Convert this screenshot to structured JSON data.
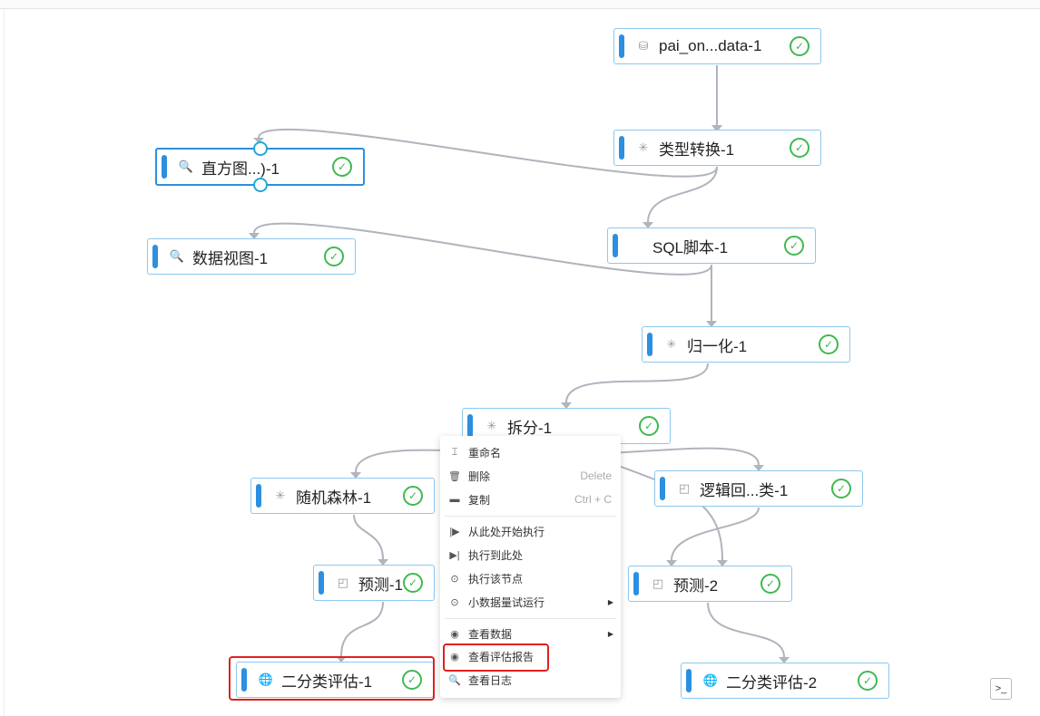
{
  "nodes": [
    {
      "id": "n0",
      "label": "pai_on...data-1",
      "icon": "database-icon",
      "status": "success"
    },
    {
      "id": "n1",
      "label": "类型转换-1",
      "icon": "transform-icon",
      "status": "success"
    },
    {
      "id": "n2",
      "label": "直方图...)-1",
      "icon": "report-search-icon",
      "status": "success",
      "selected": true
    },
    {
      "id": "n3",
      "label": "SQL脚本-1",
      "icon": "code-icon",
      "status": "success"
    },
    {
      "id": "n4",
      "label": "数据视图-1",
      "icon": "report-search-icon",
      "status": "success"
    },
    {
      "id": "n5",
      "label": "归一化-1",
      "icon": "transform-icon",
      "status": "success"
    },
    {
      "id": "n6",
      "label": "拆分-1",
      "icon": "transform-icon",
      "status": "success"
    },
    {
      "id": "n7",
      "label": "随机森林-1",
      "icon": "transform-icon",
      "status": "success"
    },
    {
      "id": "n8",
      "label": "逻辑回...类-1",
      "icon": "model-icon",
      "status": "success"
    },
    {
      "id": "n9",
      "label": "预测-1",
      "icon": "model-icon",
      "status": "success"
    },
    {
      "id": "n10",
      "label": "预测-2",
      "icon": "model-icon",
      "status": "success"
    },
    {
      "id": "n11",
      "label": "二分类评估-1",
      "icon": "globe-icon",
      "status": "success"
    },
    {
      "id": "n12",
      "label": "二分类评估-2",
      "icon": "globe-icon",
      "status": "success"
    }
  ],
  "menu": {
    "rename": "重命名",
    "delete": "删除",
    "delete_shortcut": "Delete",
    "copy": "复制",
    "copy_shortcut": "Ctrl + C",
    "run_from_here": "从此处开始执行",
    "run_to_here": "执行到此处",
    "run_node": "执行该节点",
    "small_data_run": "小数据量试运行",
    "view_data": "查看数据",
    "view_eval_report": "查看评估报告",
    "view_log": "查看日志"
  }
}
